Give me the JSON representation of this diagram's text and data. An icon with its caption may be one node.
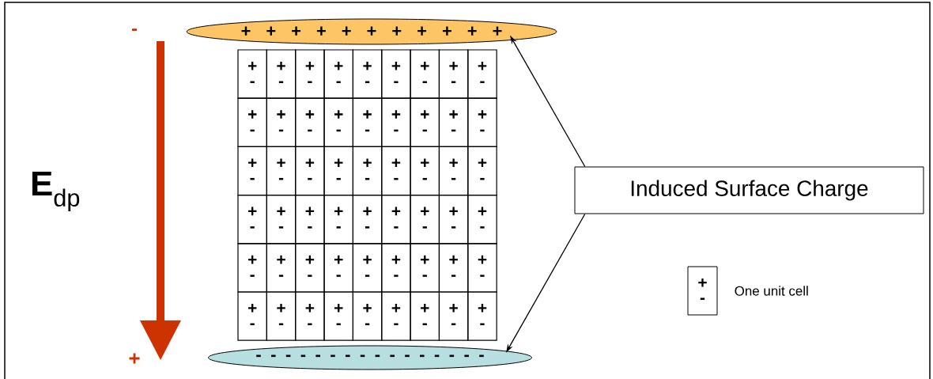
{
  "diagram": {
    "nodes": [
      {
        "text": [
          "+ + + + + + + + + + +"
        ]
      },
      {
        "text": [
          "+",
          "-"
        ]
      },
      {
        "text": [
          "+",
          "-"
        ]
      },
      {
        "text": [
          "+",
          "-"
        ]
      },
      {
        "text": [
          "+",
          "-"
        ]
      },
      {
        "text": [
          "+",
          "-"
        ]
      },
      {
        "text": [
          "+",
          "-"
        ]
      },
      {
        "text": [
          "+",
          "-"
        ]
      },
      {
        "text": [
          "+",
          "-"
        ]
      },
      {
        "text": [
          "+",
          "-"
        ]
      },
      {
        "text": [
          "+",
          "-"
        ]
      },
      {
        "text": [
          "+",
          "-"
        ]
      },
      {
        "text": [
          "+",
          "-"
        ]
      },
      {
        "text": [
          "+",
          "-"
        ]
      },
      {
        "text": [
          "+",
          "-"
        ]
      },
      {
        "text": [
          "+",
          "-"
        ]
      },
      {
        "text": [
          "+",
          "-"
        ]
      },
      {
        "text": [
          "+",
          "-"
        ]
      },
      {
        "text": [
          "+",
          "-"
        ]
      },
      {
        "text": [
          "+",
          "-"
        ]
      },
      {
        "text": [
          "+",
          "-"
        ]
      },
      {
        "text": [
          "+",
          "-"
        ]
      },
      {
        "text": [
          "+",
          "-"
        ]
      },
      {
        "text": [
          "+",
          "-"
        ]
      },
      {
        "text": [
          "+",
          "-"
        ]
      },
      {
        "text": [
          "+",
          "-"
        ]
      },
      {
        "text": [
          "+",
          "-"
        ]
      },
      {
        "text": [
          "+",
          "-"
        ]
      },
      {
        "text": [
          "+",
          "-"
        ]
      },
      {
        "text": [
          "+",
          "-"
        ]
      },
      {
        "text": [
          "+",
          "-"
        ]
      },
      {
        "text": [
          "+",
          "-"
        ]
      },
      {
        "text": [
          "+",
          "-"
        ]
      },
      {
        "text": [
          "+",
          "-"
        ]
      },
      {
        "text": [
          "+",
          "-"
        ]
      },
      {
        "text": [
          "+",
          "-"
        ]
      },
      {
        "text": [
          "+",
          "-"
        ]
      },
      {
        "text": [
          "+",
          "-"
        ]
      },
      {
        "text": [
          "+",
          "-"
        ]
      },
      {
        "text": [
          "+",
          "-"
        ]
      },
      {
        "text": [
          "+",
          "-"
        ]
      },
      {
        "text": [
          "+",
          "-"
        ]
      },
      {
        "text": [
          "+",
          "-"
        ]
      },
      {
        "text": [
          "+",
          "-"
        ]
      },
      {
        "text": [
          "+",
          "-"
        ]
      },
      {
        "text": [
          "+",
          "-"
        ]
      },
      {
        "text": [
          "+",
          "-"
        ]
      },
      {
        "text": [
          "+",
          "-"
        ]
      },
      {
        "text": [
          "+",
          "-"
        ]
      },
      {
        "text": [
          "+",
          "-"
        ]
      },
      {
        "text": [
          "+",
          "-"
        ]
      },
      {
        "text": [
          "+",
          "-"
        ]
      },
      {
        "text": [
          "+",
          "-"
        ]
      },
      {
        "text": [
          "+",
          "-"
        ]
      },
      {
        "text": [
          "+",
          "-"
        ]
      },
      {
        "text": [
          "- - - - - - - - - - - - - - - -"
        ]
      },
      {
        "text": [
          "Induced Surface Charge"
        ]
      },
      {
        "text": [
          "+",
          "-"
        ],
        "beside": [
          "One unit cell"
        ]
      }
    ],
    "edges": [
      {
        "from": 56,
        "to": 0,
        "arrow": "to"
      },
      {
        "from": 56,
        "to": 55,
        "arrow": "to"
      }
    ],
    "labels": [
      "-",
      "**E**$_{dp}$",
      "+"
    ]
  }
}
